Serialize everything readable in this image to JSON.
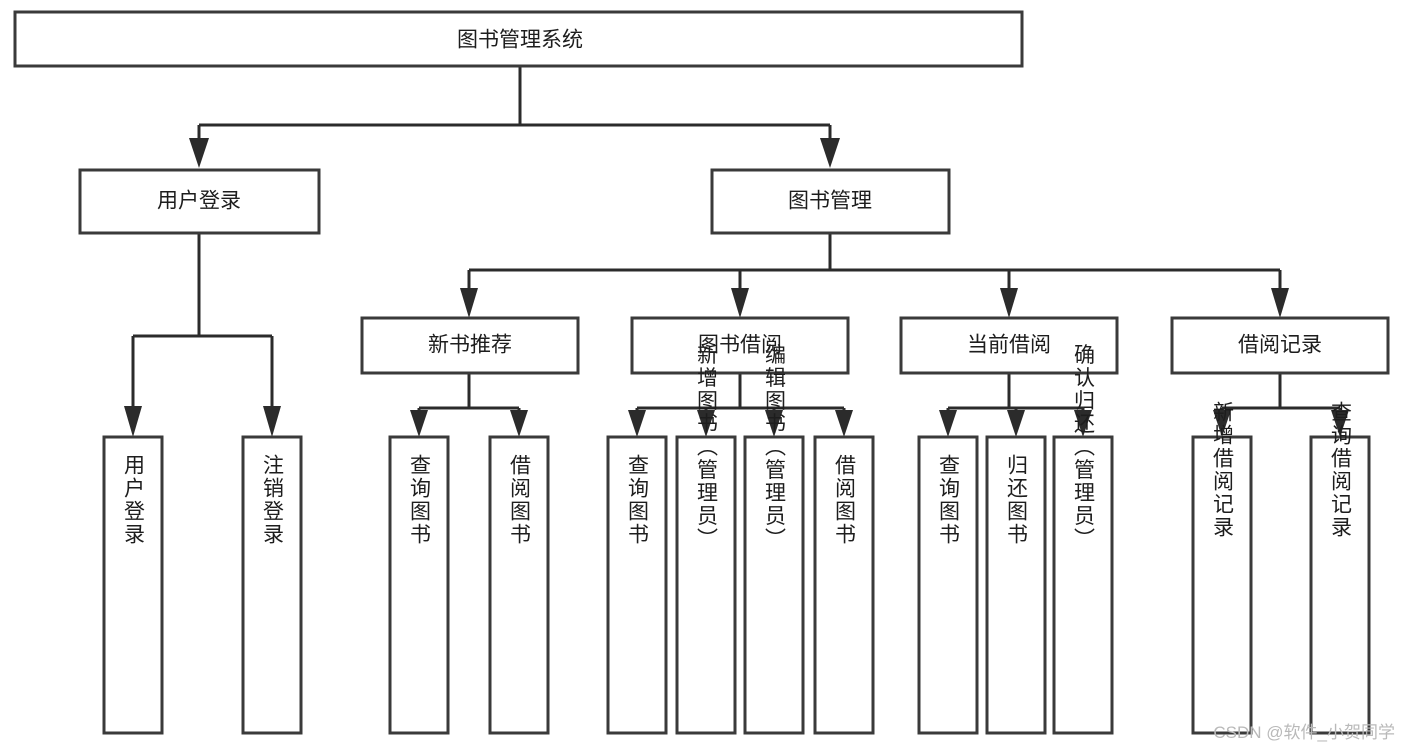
{
  "diagram": {
    "type": "tree-hierarchy",
    "title": "图书管理系统",
    "root": {
      "id": "root",
      "label": "图书管理系统",
      "orientation": "horizontal"
    },
    "level1": [
      {
        "id": "user-login",
        "label": "用户登录",
        "orientation": "horizontal"
      },
      {
        "id": "book-management",
        "label": "图书管理",
        "orientation": "horizontal"
      }
    ],
    "level2": [
      {
        "id": "new-book-recommend",
        "label": "新书推荐",
        "parent": "book-management",
        "orientation": "horizontal"
      },
      {
        "id": "book-borrow",
        "label": "图书借阅",
        "parent": "book-management",
        "orientation": "horizontal"
      },
      {
        "id": "current-borrow",
        "label": "当前借阅",
        "parent": "book-management",
        "orientation": "horizontal"
      },
      {
        "id": "borrow-record",
        "label": "借阅记录",
        "parent": "book-management",
        "orientation": "horizontal"
      }
    ],
    "leaves": [
      {
        "id": "leaf-user-login",
        "label": "用户登录",
        "parent": "user-login",
        "orientation": "vertical"
      },
      {
        "id": "leaf-logout-login",
        "label": "注销登录",
        "parent": "user-login",
        "orientation": "vertical"
      },
      {
        "id": "leaf-query-book-1",
        "label": "查询图书",
        "parent": "new-book-recommend",
        "orientation": "vertical"
      },
      {
        "id": "leaf-borrow-book-1",
        "label": "借阅图书",
        "parent": "new-book-recommend",
        "orientation": "vertical"
      },
      {
        "id": "leaf-query-book-2",
        "label": "查询图书",
        "parent": "book-borrow",
        "orientation": "vertical"
      },
      {
        "id": "leaf-add-book",
        "label": "新增图书（管理员）",
        "parent": "book-borrow",
        "orientation": "vertical"
      },
      {
        "id": "leaf-edit-book",
        "label": "编辑图书（管理员）",
        "parent": "book-borrow",
        "orientation": "vertical"
      },
      {
        "id": "leaf-borrow-book-2",
        "label": "借阅图书",
        "parent": "book-borrow",
        "orientation": "vertical"
      },
      {
        "id": "leaf-query-book-3",
        "label": "查询图书",
        "parent": "current-borrow",
        "orientation": "vertical"
      },
      {
        "id": "leaf-return-book",
        "label": "归还图书",
        "parent": "current-borrow",
        "orientation": "vertical"
      },
      {
        "id": "leaf-confirm-return",
        "label": "确认归还（管理员）",
        "parent": "current-borrow",
        "orientation": "vertical"
      },
      {
        "id": "leaf-add-record",
        "label": "新增借阅记录",
        "parent": "borrow-record",
        "orientation": "vertical"
      },
      {
        "id": "leaf-query-record",
        "label": "查询借阅记录",
        "parent": "borrow-record",
        "orientation": "vertical"
      }
    ],
    "colors": {
      "box_stroke": "#3a3a3a",
      "box_fill": "#ffffff",
      "connector": "#2b2b2b",
      "text": "#1d1d1d",
      "background": "#ffffff",
      "watermark": "#b9b9b9"
    }
  },
  "watermark": {
    "text": "CSDN @软件_小贺同学"
  }
}
